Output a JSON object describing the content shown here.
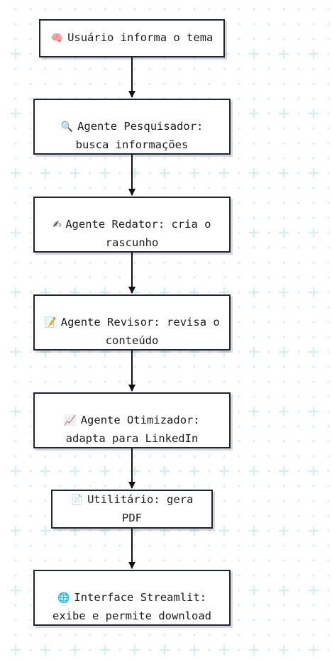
{
  "diagram": {
    "nodes": [
      {
        "id": "n1",
        "icon": "🧠",
        "icon_name": "brain-icon",
        "text": "Usuário informa o tema"
      },
      {
        "id": "n2",
        "icon": "🔍",
        "icon_name": "magnifier-icon",
        "text": "Agente Pesquisador:\nbusca informações"
      },
      {
        "id": "n3",
        "icon": "✍",
        "icon_name": "writing-hand-icon",
        "text": "Agente Redator: cria o\nrascunho"
      },
      {
        "id": "n4",
        "icon": "📝",
        "icon_name": "memo-icon",
        "text": "Agente Revisor: revisa o\nconteúdo"
      },
      {
        "id": "n5",
        "icon": "📈",
        "icon_name": "chart-increasing-icon",
        "text": "Agente Otimizador:\nadapta para LinkedIn"
      },
      {
        "id": "n6",
        "icon": "📄",
        "icon_name": "document-icon",
        "text": "Utilitário: gera PDF"
      },
      {
        "id": "n7",
        "icon": "🌐",
        "icon_name": "globe-icon",
        "text": "Interface Streamlit:\nexibe e permite download"
      }
    ],
    "edges": [
      {
        "from": "n1",
        "to": "n2"
      },
      {
        "from": "n2",
        "to": "n3"
      },
      {
        "from": "n3",
        "to": "n4"
      },
      {
        "from": "n4",
        "to": "n5"
      },
      {
        "from": "n5",
        "to": "n6"
      },
      {
        "from": "n6",
        "to": "n7"
      }
    ]
  }
}
